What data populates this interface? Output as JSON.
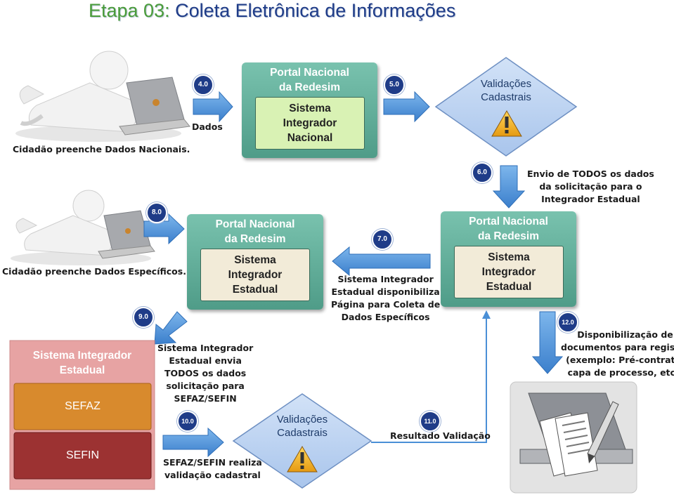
{
  "title": {
    "etapa": "Etapa 03:",
    "rest": "Coleta Eletrônica de Informações"
  },
  "colors": {
    "portal": "#5fae98",
    "inner_green": "#d8f2b0",
    "inner_beige": "#f1ead7",
    "diamond": "#b8d0f0",
    "arrow": "#4a8fd6",
    "badge": "#1f3c88",
    "red_box": "#e49a9a",
    "sefaz": "#d9892e",
    "sefin": "#9e3434"
  },
  "captions": {
    "citizen_1": "Cidadão preenche Dados Nacionais.",
    "citizen_2": "Cidadão preenche Dados Específicos.",
    "dados": "Dados"
  },
  "portal_nacional": {
    "title_1": "Portal Nacional",
    "title_2": "da Redesim",
    "inner_1": "Sistema",
    "inner_2": "Integrador",
    "inner_3": "Nacional"
  },
  "portal_estadual_left": {
    "title_1": "Portal Nacional",
    "title_2": "da Redesim",
    "inner_1": "Sistema",
    "inner_2": "Integrador",
    "inner_3": "Estadual"
  },
  "portal_estadual_right": {
    "title_1": "Portal Nacional",
    "title_2": "da Redesim",
    "inner_1": "Sistema",
    "inner_2": "Integrador",
    "inner_3": "Estadual"
  },
  "validacoes_top": {
    "line_1": "Validações",
    "line_2": "Cadastrais"
  },
  "validacoes_bottom": {
    "line_1": "Validações",
    "line_2": "Cadastrais"
  },
  "state_system": {
    "title_1": "Sistema Integrador",
    "title_2": "Estadual",
    "sefaz": "SEFAZ",
    "sefin": "SEFIN"
  },
  "steps": {
    "s4": "4.0",
    "s5": "5.0",
    "s6": "6.0",
    "s7": "7.0",
    "s8": "8.0",
    "s9": "9.0",
    "s10": "10.0",
    "s11": "11.0",
    "s12": "12.0"
  },
  "notes": {
    "n6": [
      "Envio de TODOS os dados",
      "da solicitação para o",
      "Integrador Estadual"
    ],
    "n7": [
      "Sistema Integrador",
      "Estadual disponibiliza",
      "Página para Coleta de",
      "Dados Específicos"
    ],
    "n9": [
      "Sistema Integrador",
      "Estadual envia",
      "TODOS os dados",
      "solicitação para",
      "SEFAZ/SEFIN"
    ],
    "n10": [
      "SEFAZ/SEFIN realiza",
      "validação cadastral"
    ],
    "n11": "Resultado Validação",
    "n12": [
      "Disponibilização de",
      "documentos para registro",
      "(exemplo: Pré-contrato,",
      "capa de processo, etc,)"
    ]
  }
}
